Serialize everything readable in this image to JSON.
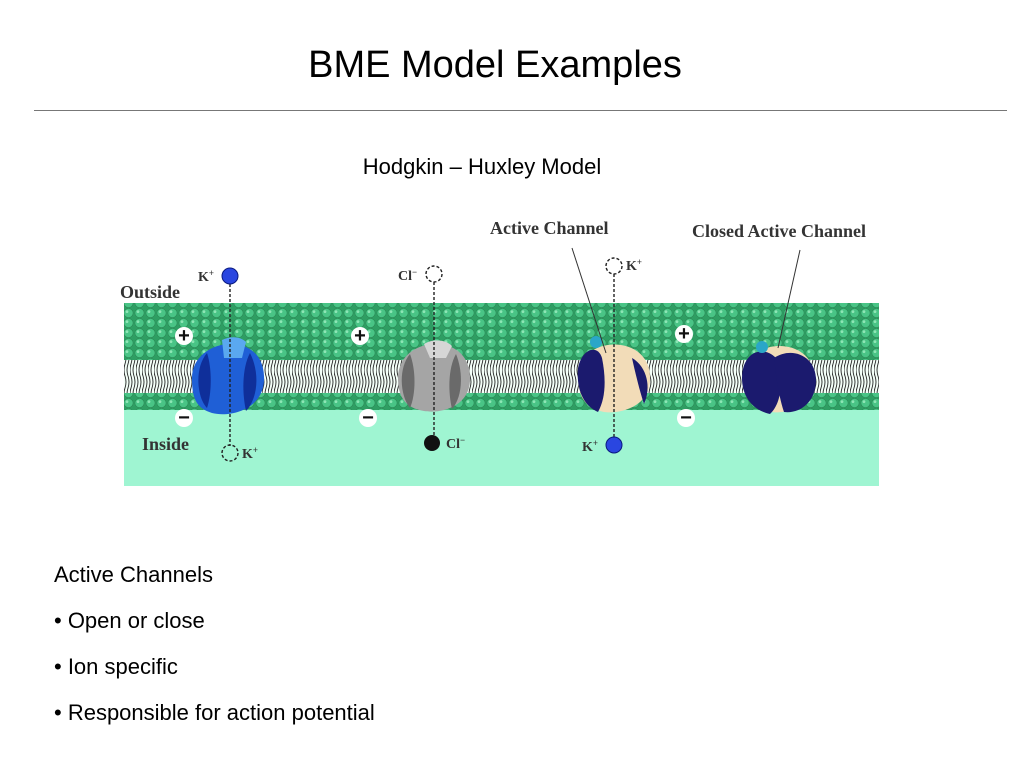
{
  "slide": {
    "title": "BME Model Examples",
    "subtitle": "Hodgkin – Huxley Model"
  },
  "diagram": {
    "labels": {
      "active_channel": "Active  Channel",
      "closed_active_channel": "Closed Active  Channel",
      "outside": "Outside",
      "inside": "Inside"
    },
    "ions": {
      "k_outside_1": "K",
      "cl_outside": "Cl",
      "k_outside_2": "K",
      "k_inside_1": "K",
      "cl_inside": "Cl",
      "k_inside_2": "K"
    },
    "charges": {
      "plus": "+",
      "minus": "−"
    },
    "colors": {
      "membrane_heads": "#3fb87a",
      "inside_fluid": "#9ff5d2",
      "k_ion": "#2a46e0",
      "cl_ion": "#111111",
      "k_channel": "#1f5fd6",
      "cl_channel": "#9a9a9a",
      "active_channel": "#1b1a6e",
      "active_channel_core": "#f2dcb8"
    }
  },
  "notes": {
    "heading": "Active Channels",
    "bullets": [
      "• Open or close",
      "• Ion specific",
      "• Responsible for action potential"
    ]
  }
}
